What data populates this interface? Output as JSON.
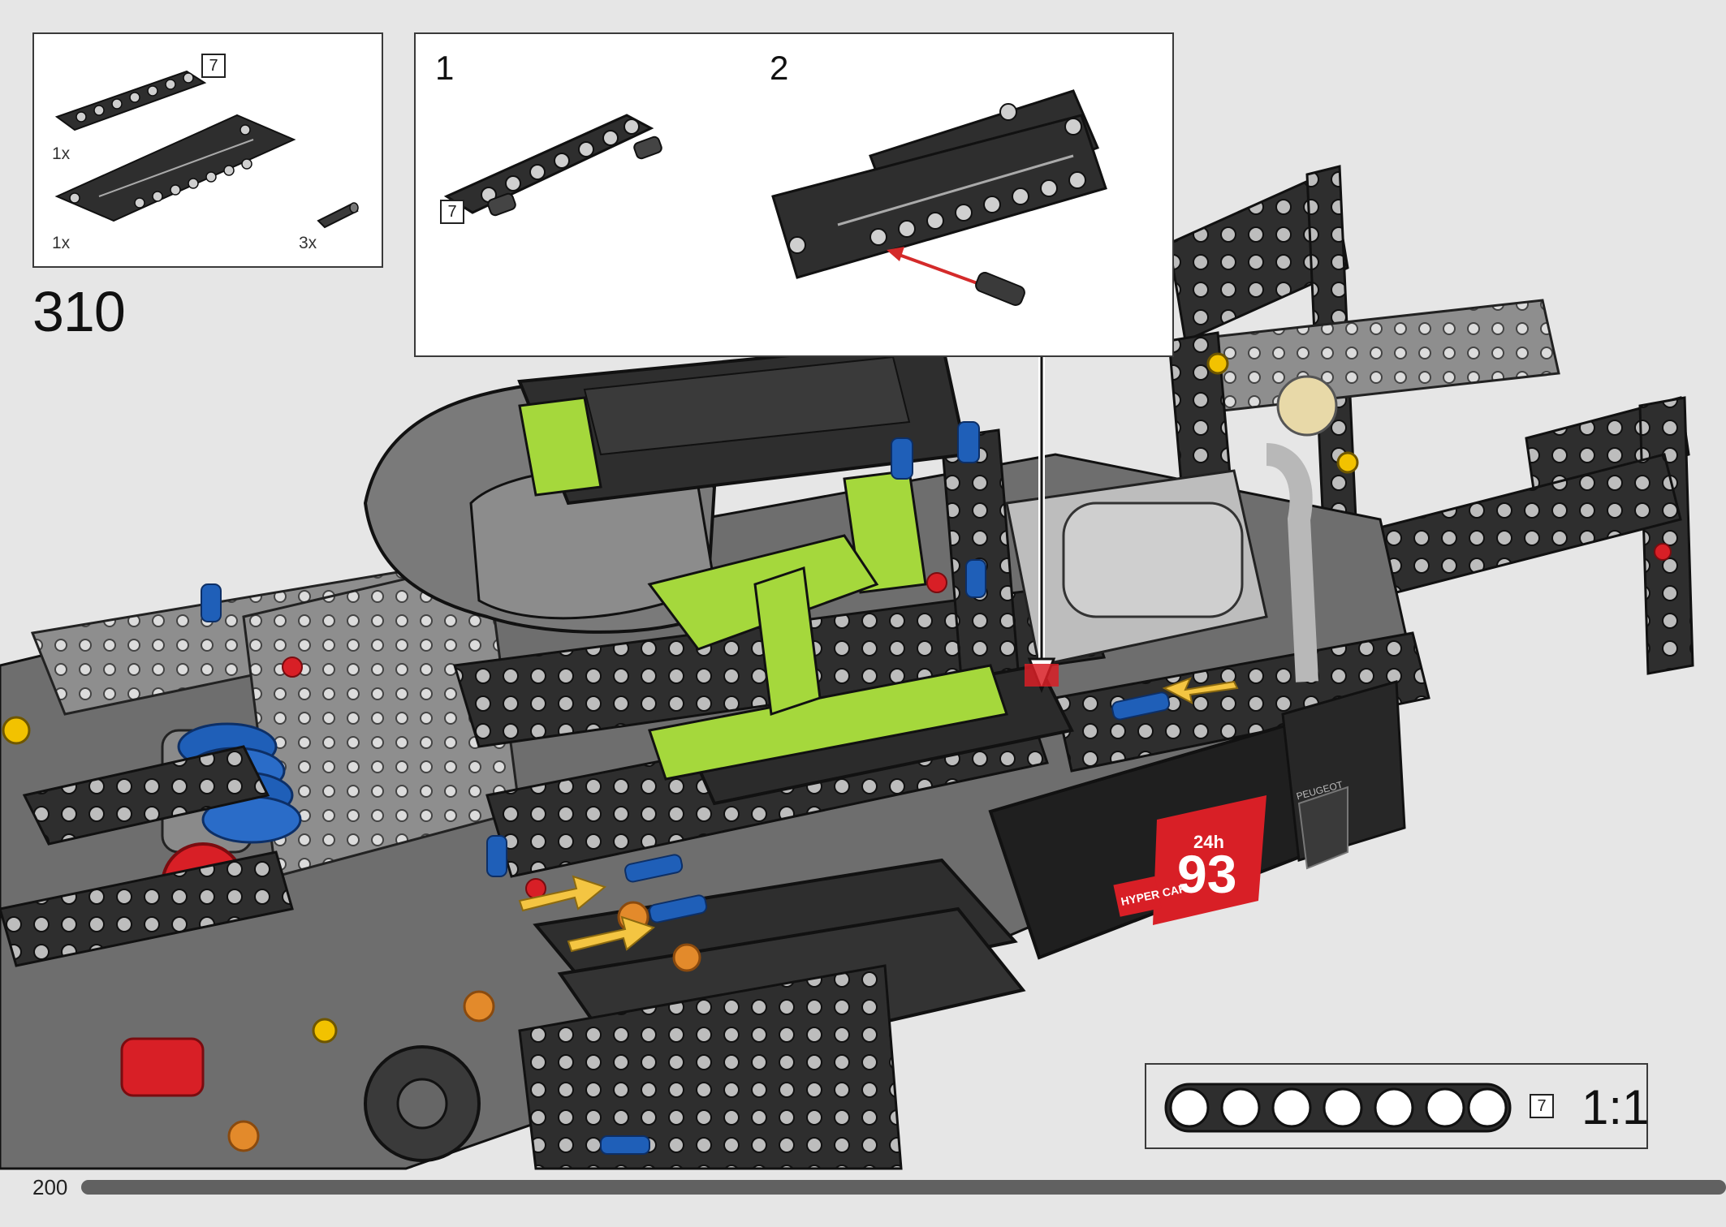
{
  "parts_list": {
    "items": [
      {
        "name": "technic-liftarm-thick-1x7",
        "callout": "7",
        "quantity": "1x"
      },
      {
        "name": "technic-liftarm-thick-3x7-panel",
        "quantity": "1x"
      },
      {
        "name": "technic-axle-pin-with-friction",
        "quantity": "3x"
      }
    ]
  },
  "step": {
    "number": "310"
  },
  "sub_build": {
    "steps": [
      {
        "label": "1",
        "callout": "7"
      },
      {
        "label": "2"
      }
    ]
  },
  "page": {
    "number": "200",
    "progress_fraction": 1.0
  },
  "scale_reference": {
    "callout": "7",
    "label": "1:1"
  },
  "colors": {
    "background": "#e6e6e6",
    "part_dark": "#2e2e2e",
    "part_light_gray": "#9a9a9a",
    "lime": "#a5d83c",
    "blue": "#1f5fb8",
    "red": "#d81f26",
    "orange": "#e38a2b",
    "yellow": "#f2c200",
    "arrow_red": "#d42a2a",
    "progress": "#616161"
  },
  "model_decals": {
    "race_number": "93",
    "class_badge": "HYPER CAR",
    "event_badge": "24h",
    "brand": "PEUGEOT"
  }
}
